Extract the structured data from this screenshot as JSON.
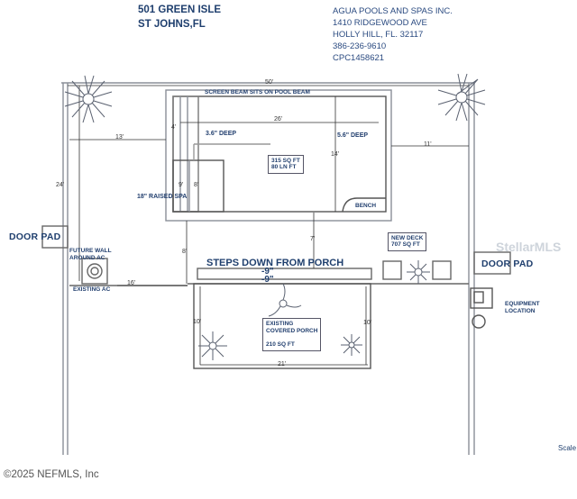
{
  "header": {
    "address_line1": "501 GREEN ISLE",
    "address_line2": "ST JOHNS,FL",
    "company_line1": "AGUA POOLS AND SPAS INC.",
    "company_line2": "1410 RIDGEWOOD AVE",
    "company_line3": "HOLLY HILL, FL. 32117",
    "company_line4": "386-236-9610",
    "company_line5": "CPC1458621"
  },
  "labels": {
    "screen_beam": "SCREEN BEAM SITS ON POOL BEAM",
    "shallow_depth": "3.6\" DEEP",
    "deep_depth": "5.6\" DEEP",
    "pool_area_line1": "315 SQ FT",
    "pool_area_line2": "80 LN FT",
    "raised_spa": "18\" RAISED SPA",
    "bench": "BENCH",
    "door_pad_left": "DOOR PAD",
    "door_pad_right": "DOOR PAD",
    "future_wall_line1": "FUTURE WALL",
    "future_wall_line2": "AROUND AC",
    "existing_ac": "EXISTING AC",
    "steps_down": "STEPS DOWN FROM PORCH",
    "new_deck_line1": "NEW DECK",
    "new_deck_line2": "707 SQ FT",
    "equipment_line1": "EQUIPMENT",
    "equipment_line2": "LOCATION",
    "porch_line1": "EXISTING",
    "porch_line2": "COVERED PORCH",
    "porch_line3": "210 SQ FT",
    "scale": "Scale",
    "watermark": "StellarMLS",
    "copyright": "©2025 NEFMLS, Inc"
  },
  "dimensions": {
    "overall_width": "50'",
    "pool_length": "26'",
    "left_offset": "13'",
    "right_offset": "11'",
    "left_height": "24'",
    "pool_width": "14'",
    "to_porch": "7'",
    "left_gap": "8'",
    "ac_offset": "16'",
    "step_a": "-9\"",
    "step_b": "-9\"",
    "porch_width": "21'",
    "porch_left": "10'",
    "porch_right": "10'",
    "spa_a": "9'",
    "spa_b": "8'",
    "spa_c": "4'"
  }
}
